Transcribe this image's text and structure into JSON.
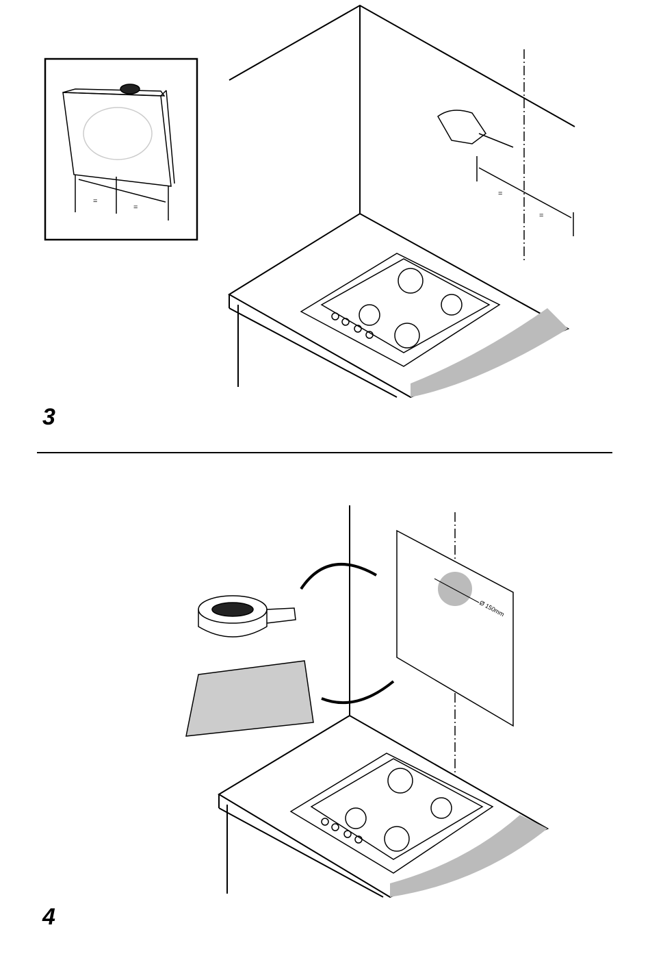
{
  "figures": [
    {
      "number": "3",
      "equal_marks": [
        "=",
        "=",
        "=",
        "="
      ]
    },
    {
      "number": "4",
      "dimension_label": "Ø 150mm"
    }
  ]
}
